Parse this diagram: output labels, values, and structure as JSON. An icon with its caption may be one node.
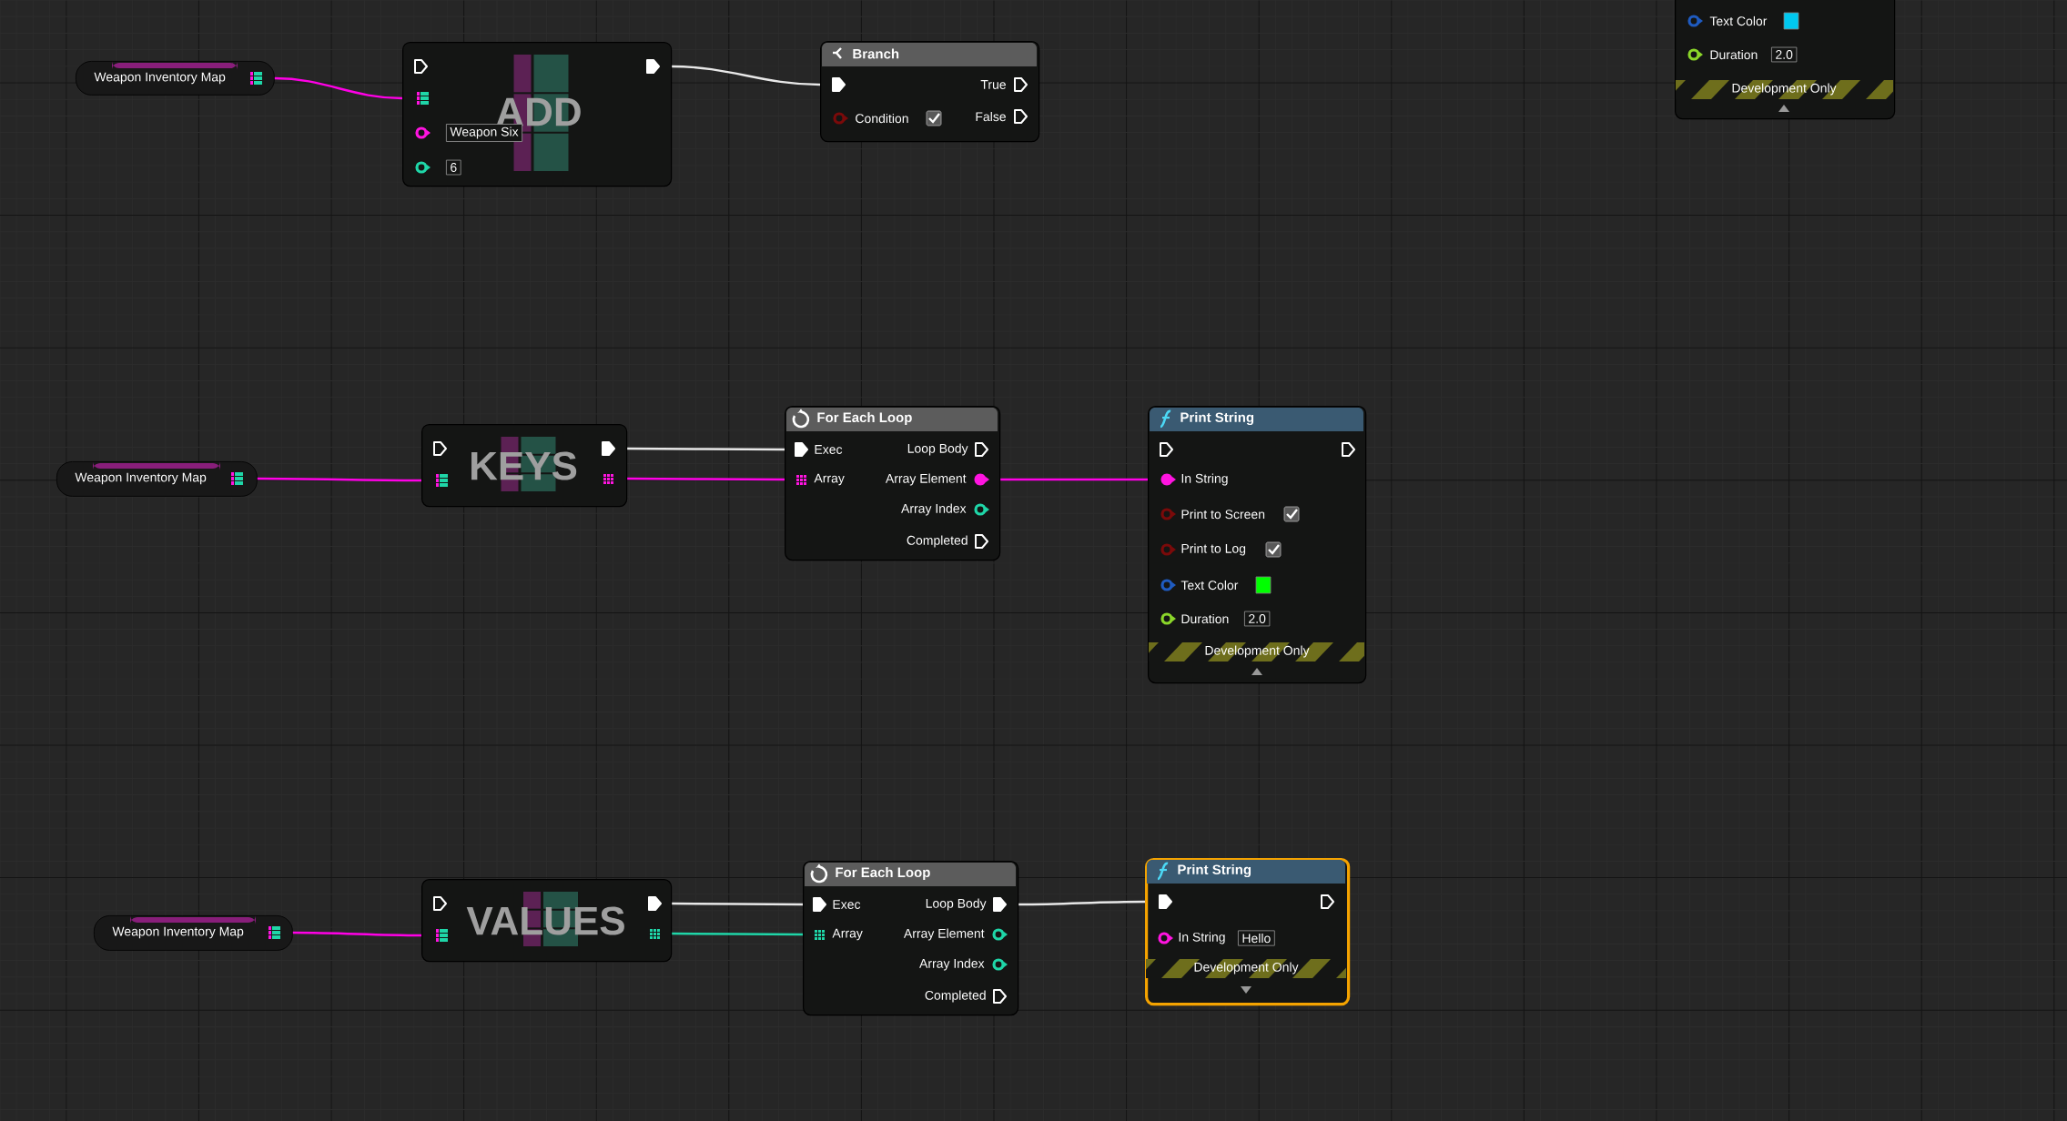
{
  "diagram": {
    "nodes": [
      {
        "text": [
          "Weapon Inventory Map"
        ]
      },
      {
        "text": [
          "ADD",
          "Weapon Six",
          "6"
        ]
      },
      {
        "text": [
          "Branch",
          "True",
          "Condition",
          "False"
        ]
      },
      {
        "text": [
          "Text Color",
          "Duration",
          "2.0",
          "Development Only"
        ]
      },
      {
        "text": [
          "Weapon Inventory Map"
        ]
      },
      {
        "text": [
          "KEYS"
        ]
      },
      {
        "text": [
          "For Each Loop",
          "Exec",
          "Loop Body",
          "Array",
          "Array Element",
          "Array Index",
          "Completed"
        ]
      },
      {
        "text": [
          "Print String",
          "In String",
          "Print to Screen",
          "Print to Log",
          "Text Color",
          "Duration",
          "2.0",
          "Development Only"
        ]
      },
      {
        "text": [
          "Weapon Inventory Map"
        ]
      },
      {
        "text": [
          "VALUES"
        ]
      },
      {
        "text": [
          "For Each Loop",
          "Exec",
          "Loop Body",
          "Array",
          "Array Element",
          "Array Index",
          "Completed"
        ]
      },
      {
        "text": [
          "Print String",
          "In String",
          "Hello",
          "Development Only"
        ]
      }
    ],
    "edges": [
      {
        "from": 0,
        "to": 1,
        "arrow": "none"
      },
      {
        "from": 1,
        "to": 2,
        "arrow": "none",
        "color": "#e8e8e8"
      },
      {
        "from": 4,
        "to": 5,
        "arrow": "none"
      },
      {
        "from": 5,
        "to": 6,
        "arrow": "none",
        "color": "#e8e8e8"
      },
      {
        "from": 5,
        "to": 6,
        "arrow": "none"
      },
      {
        "from": 6,
        "to": 7,
        "arrow": "none"
      },
      {
        "from": 8,
        "to": 9,
        "arrow": "none"
      },
      {
        "from": 9,
        "to": 10,
        "arrow": "none",
        "color": "#e8e8e8"
      },
      {
        "from": 9,
        "to": 10,
        "arrow": "none",
        "color": "#1fd6a8"
      },
      {
        "from": 10,
        "to": 11,
        "arrow": "none",
        "color": "#e8e8e8"
      }
    ]
  }
}
